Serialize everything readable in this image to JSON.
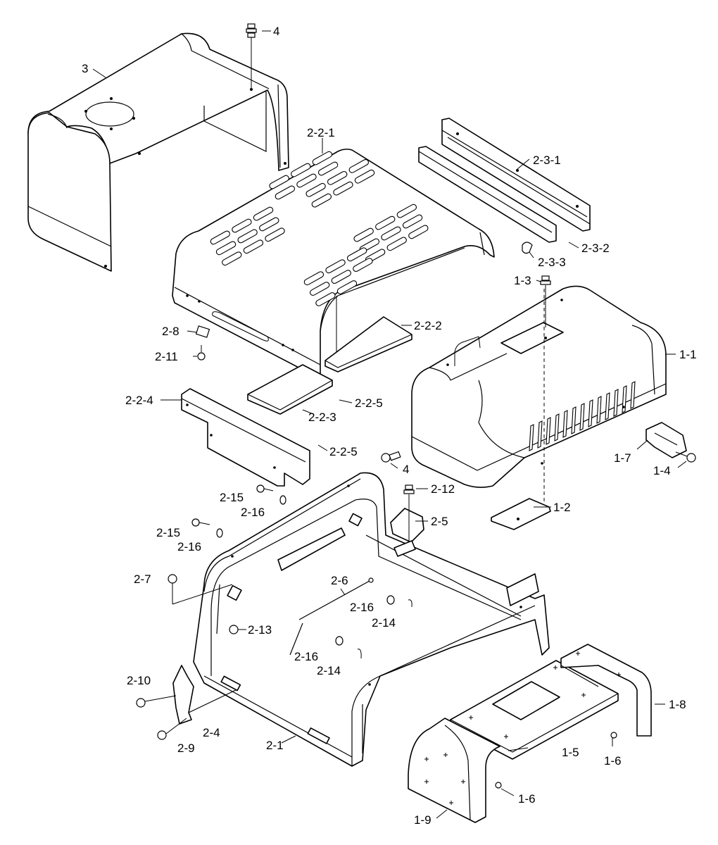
{
  "labels": [
    {
      "id": "lbl-4-top",
      "text": "4"
    },
    {
      "id": "lbl-3",
      "text": "3"
    },
    {
      "id": "lbl-2-2-1",
      "text": "2-2-1"
    },
    {
      "id": "lbl-2-3-1",
      "text": "2-3-1"
    },
    {
      "id": "lbl-2-3-2",
      "text": "2-3-2"
    },
    {
      "id": "lbl-2-3-3",
      "text": "2-3-3"
    },
    {
      "id": "lbl-1-3",
      "text": "1-3"
    },
    {
      "id": "lbl-1-1",
      "text": "1-1"
    },
    {
      "id": "lbl-2-2-2",
      "text": "2-2-2"
    },
    {
      "id": "lbl-2-8",
      "text": "2-8"
    },
    {
      "id": "lbl-2-11",
      "text": "2-11"
    },
    {
      "id": "lbl-2-2-5-a",
      "text": "2-2-5"
    },
    {
      "id": "lbl-2-2-4",
      "text": "2-2-4"
    },
    {
      "id": "lbl-2-2-3",
      "text": "2-2-3"
    },
    {
      "id": "lbl-2-2-5-b",
      "text": "2-2-5"
    },
    {
      "id": "lbl-4-mid",
      "text": "4"
    },
    {
      "id": "lbl-1-7",
      "text": "1-7"
    },
    {
      "id": "lbl-1-4",
      "text": "1-4"
    },
    {
      "id": "lbl-2-12",
      "text": "2-12"
    },
    {
      "id": "lbl-2-15-a",
      "text": "2-15"
    },
    {
      "id": "lbl-2-16-a",
      "text": "2-16"
    },
    {
      "id": "lbl-1-2",
      "text": "1-2"
    },
    {
      "id": "lbl-2-5",
      "text": "2-5"
    },
    {
      "id": "lbl-2-15-b",
      "text": "2-15"
    },
    {
      "id": "lbl-2-16-b",
      "text": "2-16"
    },
    {
      "id": "lbl-2-7",
      "text": "2-7"
    },
    {
      "id": "lbl-2-6",
      "text": "2-6"
    },
    {
      "id": "lbl-2-16-c",
      "text": "2-16"
    },
    {
      "id": "lbl-2-14-a",
      "text": "2-14"
    },
    {
      "id": "lbl-2-13",
      "text": "2-13"
    },
    {
      "id": "lbl-2-16-d",
      "text": "2-16"
    },
    {
      "id": "lbl-2-14-b",
      "text": "2-14"
    },
    {
      "id": "lbl-2-10",
      "text": "2-10"
    },
    {
      "id": "lbl-2-4",
      "text": "2-4"
    },
    {
      "id": "lbl-2-9",
      "text": "2-9"
    },
    {
      "id": "lbl-2-1",
      "text": "2-1"
    },
    {
      "id": "lbl-1-8",
      "text": "1-8"
    },
    {
      "id": "lbl-1-5",
      "text": "1-5"
    },
    {
      "id": "lbl-1-6-a",
      "text": "1-6"
    },
    {
      "id": "lbl-1-6-b",
      "text": "1-6"
    },
    {
      "id": "lbl-1-9",
      "text": "1-9"
    }
  ]
}
